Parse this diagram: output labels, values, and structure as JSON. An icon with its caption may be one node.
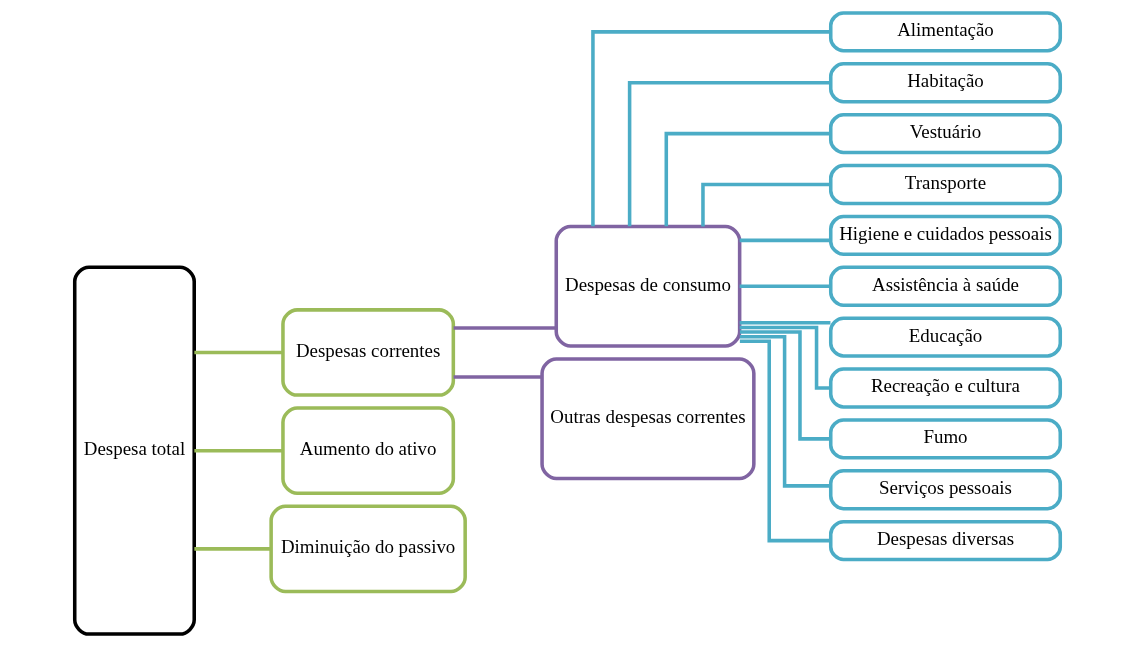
{
  "diagram": {
    "nodes": [
      {
        "text": [
          "Despesa total"
        ]
      },
      {
        "text": [
          "Despesas correntes"
        ]
      },
      {
        "text": [
          "Aumento do ativo"
        ]
      },
      {
        "text": [
          "Diminuição do passivo"
        ]
      },
      {
        "text": [
          "Despesas de consumo"
        ]
      },
      {
        "text": [
          "Outras despesas correntes"
        ]
      },
      {
        "text": [
          "Alimentação"
        ]
      },
      {
        "text": [
          "Habitação"
        ]
      },
      {
        "text": [
          "Vestuário"
        ]
      },
      {
        "text": [
          "Transporte"
        ]
      },
      {
        "text": [
          "Higiene e cuidados pessoais"
        ]
      },
      {
        "text": [
          "Assistência à saúde"
        ]
      },
      {
        "text": [
          "Educação"
        ]
      },
      {
        "text": [
          "Recreação e cultura"
        ]
      },
      {
        "text": [
          "Fumo"
        ]
      },
      {
        "text": [
          "Serviços pessoais"
        ]
      },
      {
        "text": [
          "Despesas diversas"
        ]
      }
    ],
    "edges": [
      {
        "from": 0,
        "to": 1,
        "arrow": "none",
        "color": "#9bbb59"
      },
      {
        "from": 0,
        "to": 2,
        "arrow": "none",
        "color": "#9bbb59"
      },
      {
        "from": 0,
        "to": 3,
        "arrow": "none",
        "color": "#9bbb59"
      },
      {
        "from": 1,
        "to": 4,
        "arrow": "none",
        "color": "#8064a2"
      },
      {
        "from": 1,
        "to": 5,
        "arrow": "none",
        "color": "#8064a2"
      },
      {
        "from": 4,
        "to": 6,
        "arrow": "none"
      },
      {
        "from": 4,
        "to": 7,
        "arrow": "none"
      },
      {
        "from": 4,
        "to": 8,
        "arrow": "none"
      },
      {
        "from": 4,
        "to": 9,
        "arrow": "none"
      },
      {
        "from": 4,
        "to": 10,
        "arrow": "none"
      },
      {
        "from": 4,
        "to": 11,
        "arrow": "none"
      },
      {
        "from": 4,
        "to": 12,
        "arrow": "none"
      },
      {
        "from": 4,
        "to": 13,
        "arrow": "none"
      },
      {
        "from": 4,
        "to": 14,
        "arrow": "none"
      },
      {
        "from": 4,
        "to": 15,
        "arrow": "none"
      },
      {
        "from": 4,
        "to": 16,
        "arrow": "none"
      }
    ]
  }
}
